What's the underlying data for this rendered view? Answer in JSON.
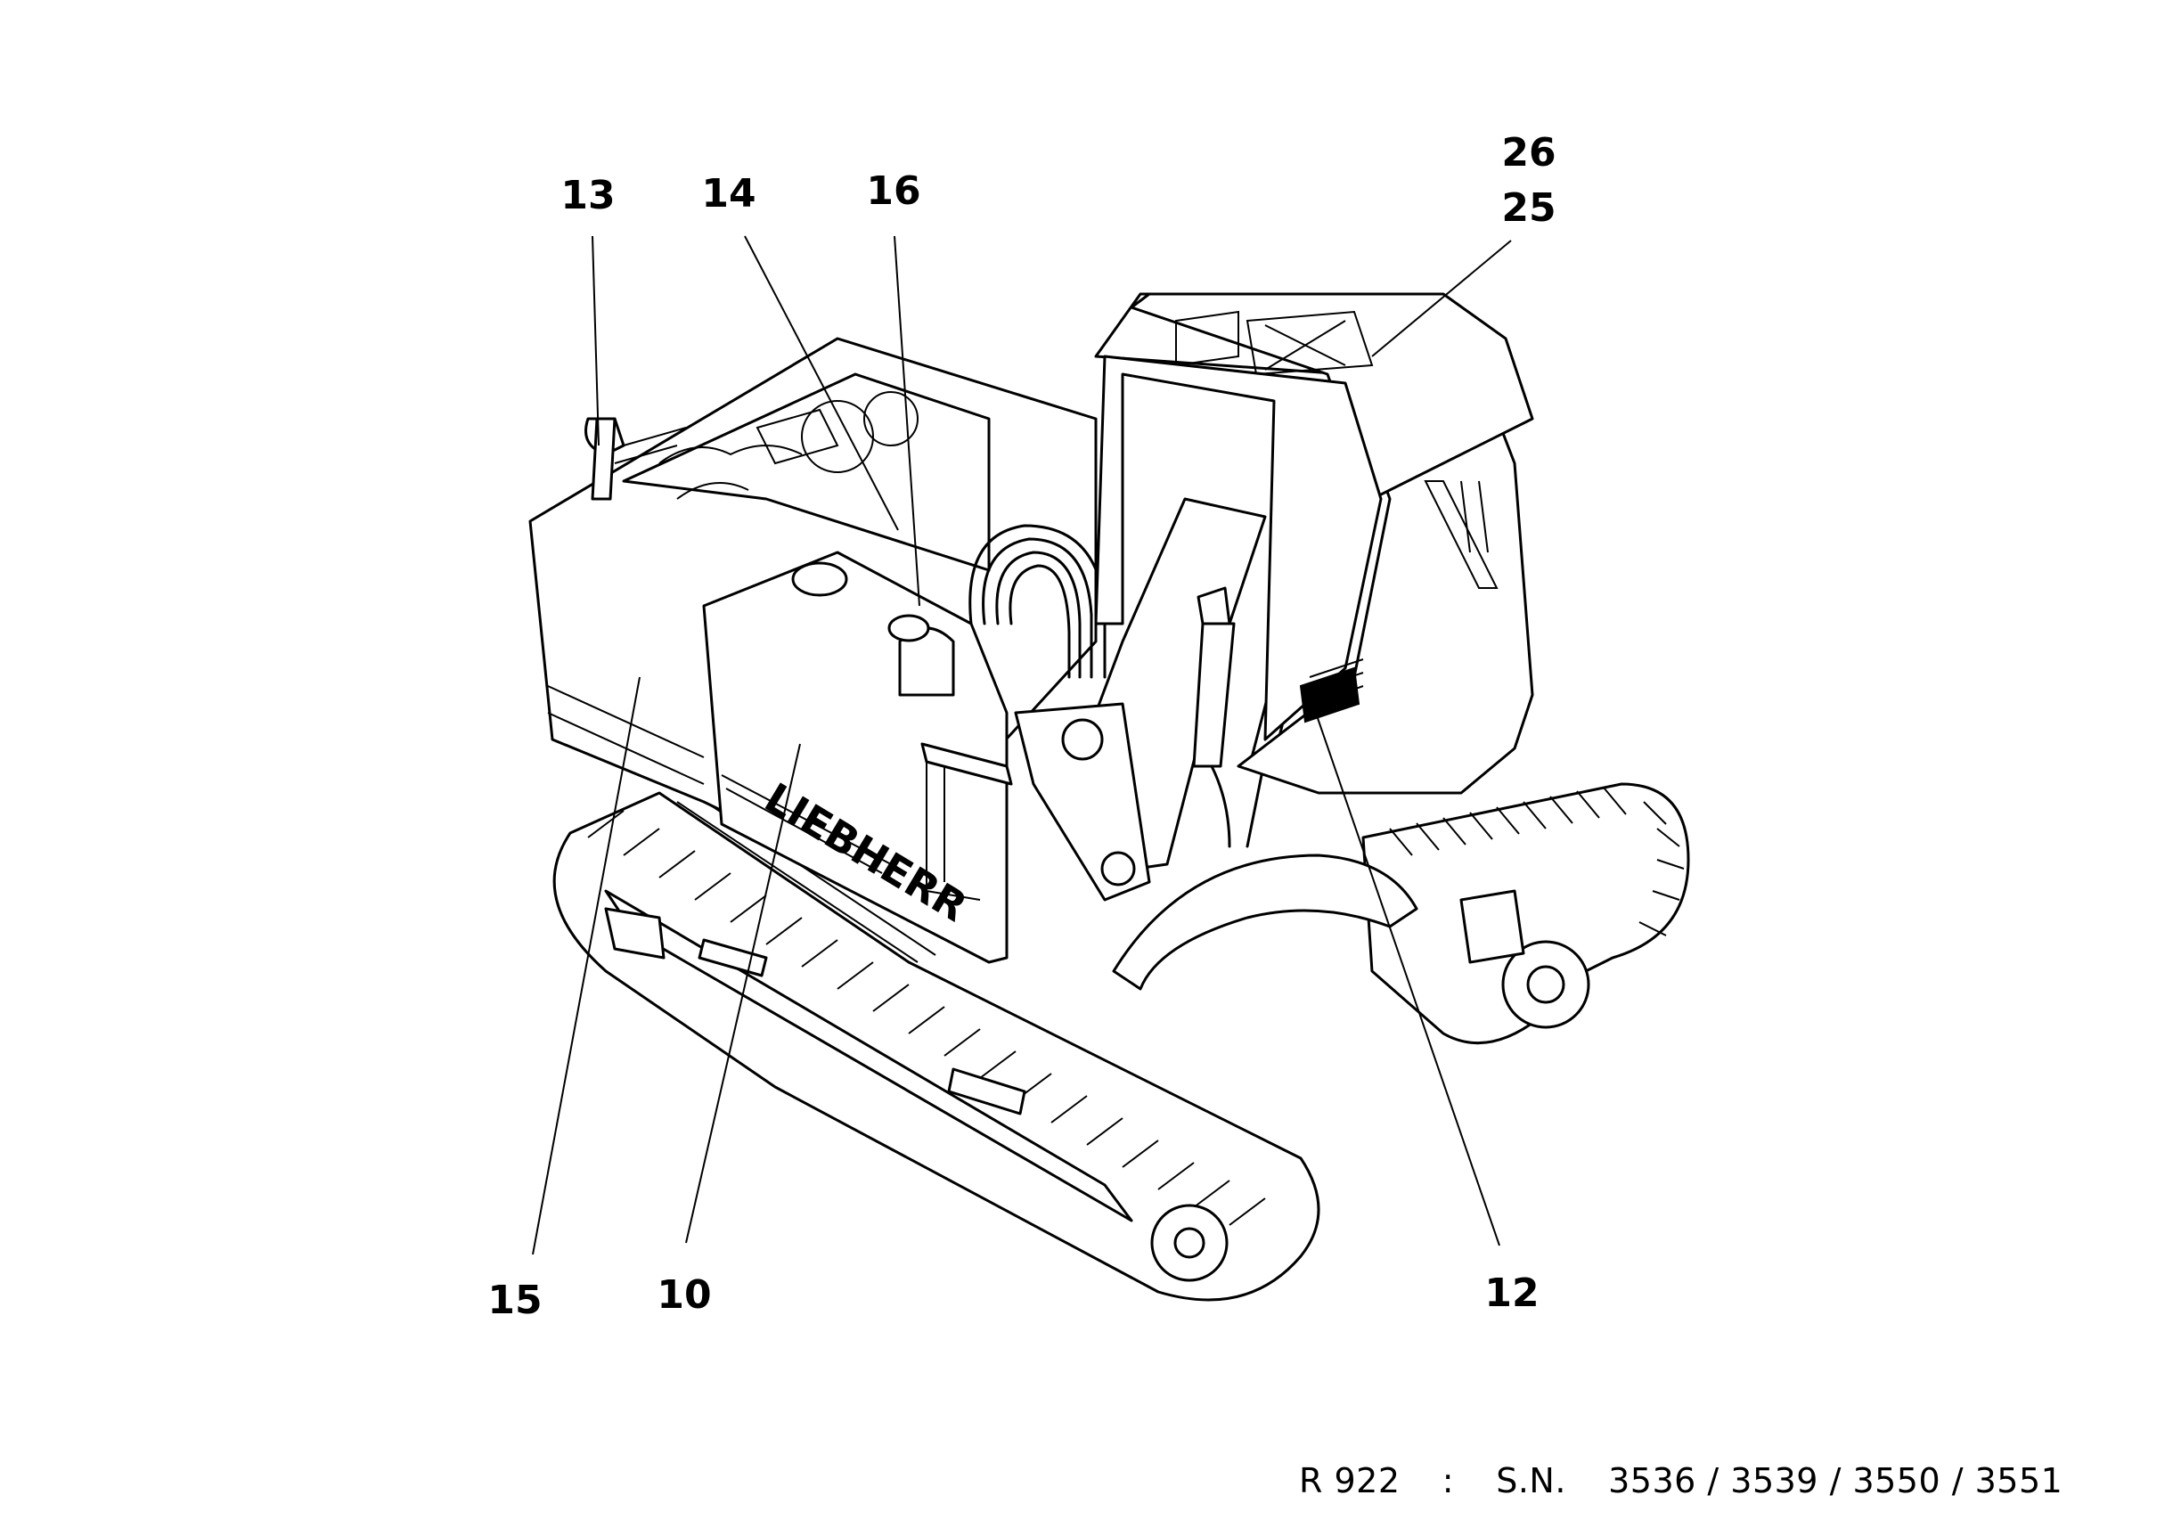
{
  "callouts": {
    "c13": "13",
    "c14": "14",
    "c16": "16",
    "c26": "26",
    "c25": "25",
    "c15": "15",
    "c10": "10",
    "c12": "12"
  },
  "brand_logo_text": "LIEBHERR",
  "caption": {
    "model": "R 922",
    "separator": ":",
    "sn_label": "S.N.",
    "serials": "3536 / 3539 / 3550 / 3551"
  }
}
